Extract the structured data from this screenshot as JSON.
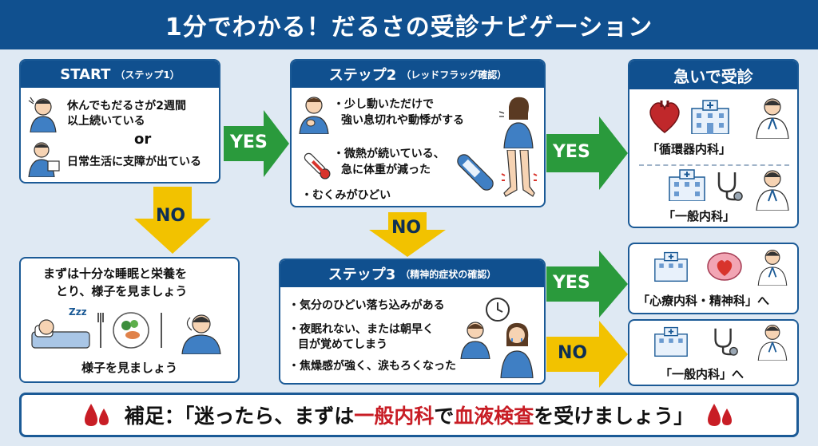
{
  "title": "1分でわかる！だるさの受診ナビゲーション",
  "start": {
    "heading": "START",
    "sub": "（ステップ1）",
    "line1": "休んでもだるさが2週間",
    "line2": "以上続いている",
    "or": "or",
    "line3": "日常生活に支障が出ている"
  },
  "step2": {
    "heading": "ステップ2",
    "sub": "（レッドフラッグ確認）",
    "item1a": "・少し動いただけで",
    "item1b": "強い息切れや動悸がする",
    "item2a": "・微熱が続いている、",
    "item2b": "急に体重が減った",
    "item3": "・むくみがひどい"
  },
  "urgent": {
    "heading": "急いで受診",
    "dept1": "「循環器内科」",
    "dept2": "「一般内科」"
  },
  "rest": {
    "line1": "まずは十分な睡眠と栄養を",
    "line2": "とり、様子を見ましょう",
    "footer": "様子を見ましょう",
    "zzz": "Zzz"
  },
  "step3": {
    "heading": "ステップ3",
    "sub": "（精神的症状の確認）",
    "item1": "・気分のひどい落ち込みがある",
    "item2a": "・夜眠れない、または朝早く",
    "item2b": "目が覚めてしまう",
    "item3": "・焦燥感が強く、涙もろくなった"
  },
  "psych": {
    "dept": "「心療内科・精神科」へ"
  },
  "general": {
    "dept": "「一般内科」へ"
  },
  "arrows": {
    "yes1": "YES",
    "yes2": "YES",
    "yes3": "YES",
    "no1": "NO",
    "no2": "NO",
    "no3": "NO"
  },
  "note": {
    "prefix": "補足：「迷ったら、まずは",
    "red1": "一般内科",
    "mid": "で",
    "red2": "血液検査",
    "suffix": "を受けましょう」"
  },
  "colors": {
    "navy": "#10508f",
    "green": "#2a9a3c",
    "yellow": "#f2c200",
    "red": "#c81d25"
  }
}
